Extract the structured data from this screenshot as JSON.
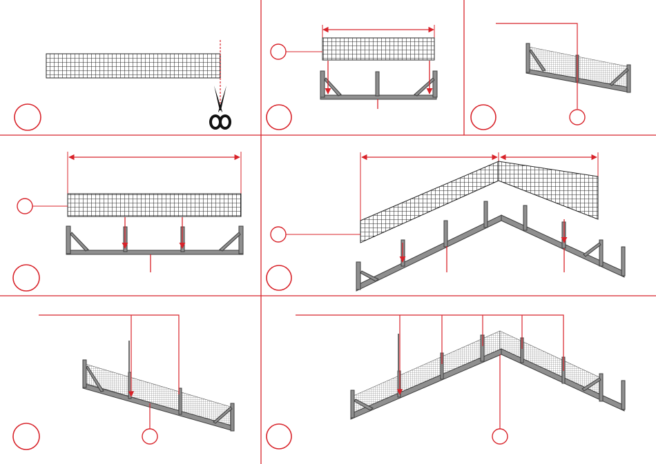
{
  "colors": {
    "accent": "#d8232a",
    "wood_fill": "#8f8f8f",
    "wood_stroke": "#3d3d3d",
    "mesh": "#222222",
    "background": "#ffffff"
  },
  "icons": [
    "scissors-icon"
  ],
  "panels": [
    {
      "id": "cut-mesh",
      "step_badge": true,
      "callout_badge": false,
      "has_scissors": true
    },
    {
      "id": "short-frame-layout",
      "step_badge": true,
      "callout_badge": true
    },
    {
      "id": "short-fence-assembled",
      "step_badge": true,
      "callout_badge": true
    },
    {
      "id": "long-frame-layout",
      "step_badge": true,
      "callout_badge": true
    },
    {
      "id": "corner-frame-layout",
      "step_badge": true,
      "callout_badge": true
    },
    {
      "id": "long-fence-assembled",
      "step_badge": true,
      "callout_badge": true
    },
    {
      "id": "corner-fence-assembled",
      "step_badge": true,
      "callout_badge": true
    }
  ]
}
